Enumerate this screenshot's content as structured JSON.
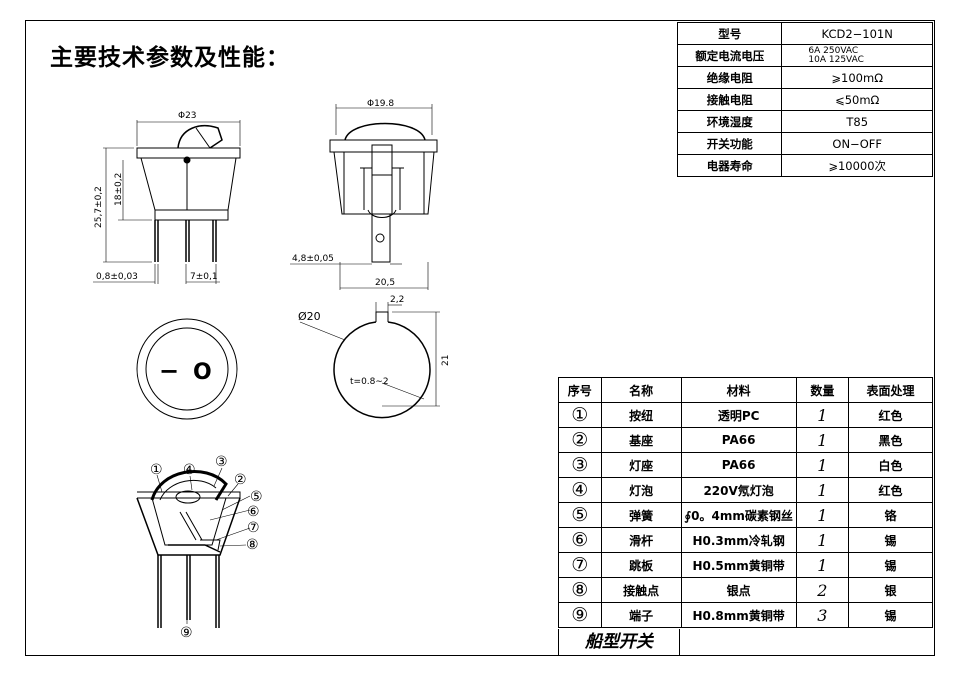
{
  "title": "主要技术参数及性能：",
  "spec_table": [
    {
      "key": "型号",
      "value": "KCD2−101N"
    },
    {
      "key": "额定电流电压",
      "value_lines": [
        "6A  250VAC",
        "10A  125VAC"
      ]
    },
    {
      "key": "绝缘电阻",
      "value": "⩾100mΩ"
    },
    {
      "key": "接触电阻",
      "value": "⩽50mΩ"
    },
    {
      "key": "环境湿度",
      "value": "T85"
    },
    {
      "key": "开关功能",
      "value": "ON−OFF"
    },
    {
      "key": "电器寿命",
      "value": "⩾10000次"
    }
  ],
  "parts_table": {
    "headers": [
      "序号",
      "名称",
      "材料",
      "数量",
      "表面处理"
    ],
    "rows": [
      {
        "no": "①",
        "name": "按纽",
        "material": "透明PC",
        "qty": "1",
        "finish": "红色"
      },
      {
        "no": "②",
        "name": "基座",
        "material": "PA66",
        "qty": "1",
        "finish": "黑色"
      },
      {
        "no": "③",
        "name": "灯座",
        "material": "PA66",
        "qty": "1",
        "finish": "白色"
      },
      {
        "no": "④",
        "name": "灯泡",
        "material": "220V氖灯泡",
        "qty": "1",
        "finish": "红色"
      },
      {
        "no": "⑤",
        "name": "弹簧",
        "material": "∮0。4mm碳素钢丝",
        "qty": "1",
        "finish": "铬"
      },
      {
        "no": "⑥",
        "name": "滑杆",
        "material": "H0.3mm冷轧钢",
        "qty": "1",
        "finish": "锡"
      },
      {
        "no": "⑦",
        "name": "跳板",
        "material": "H0.5mm黄铜带",
        "qty": "1",
        "finish": "锡"
      },
      {
        "no": "⑧",
        "name": "接触点",
        "material": "银点",
        "qty": "2",
        "finish": "银"
      },
      {
        "no": "⑨",
        "name": "端子",
        "material": "H0.8mm黄铜带",
        "qty": "3",
        "finish": "锡"
      }
    ]
  },
  "footer_label": "船型开关",
  "dimensions": {
    "width_23": "Φ23",
    "width_19_8": "Φ19.8",
    "height_25_7": "25,7±0,2",
    "height_18": "18±0,2",
    "pin_0_8": "0,8±0,03",
    "pitch_7": "7±0,1",
    "tab_4_8": "4,8±0,05",
    "depth_20_5": "20,5",
    "hole_20": "Ø20",
    "notch_2_2": "2,2",
    "dim_21": "21",
    "thickness": "t=0.8∼2"
  },
  "front_symbols": {
    "off": "−",
    "on": "O"
  },
  "callouts": [
    "①",
    "④",
    "③",
    "②",
    "⑤",
    "⑥",
    "⑦",
    "⑧",
    "⑨"
  ]
}
